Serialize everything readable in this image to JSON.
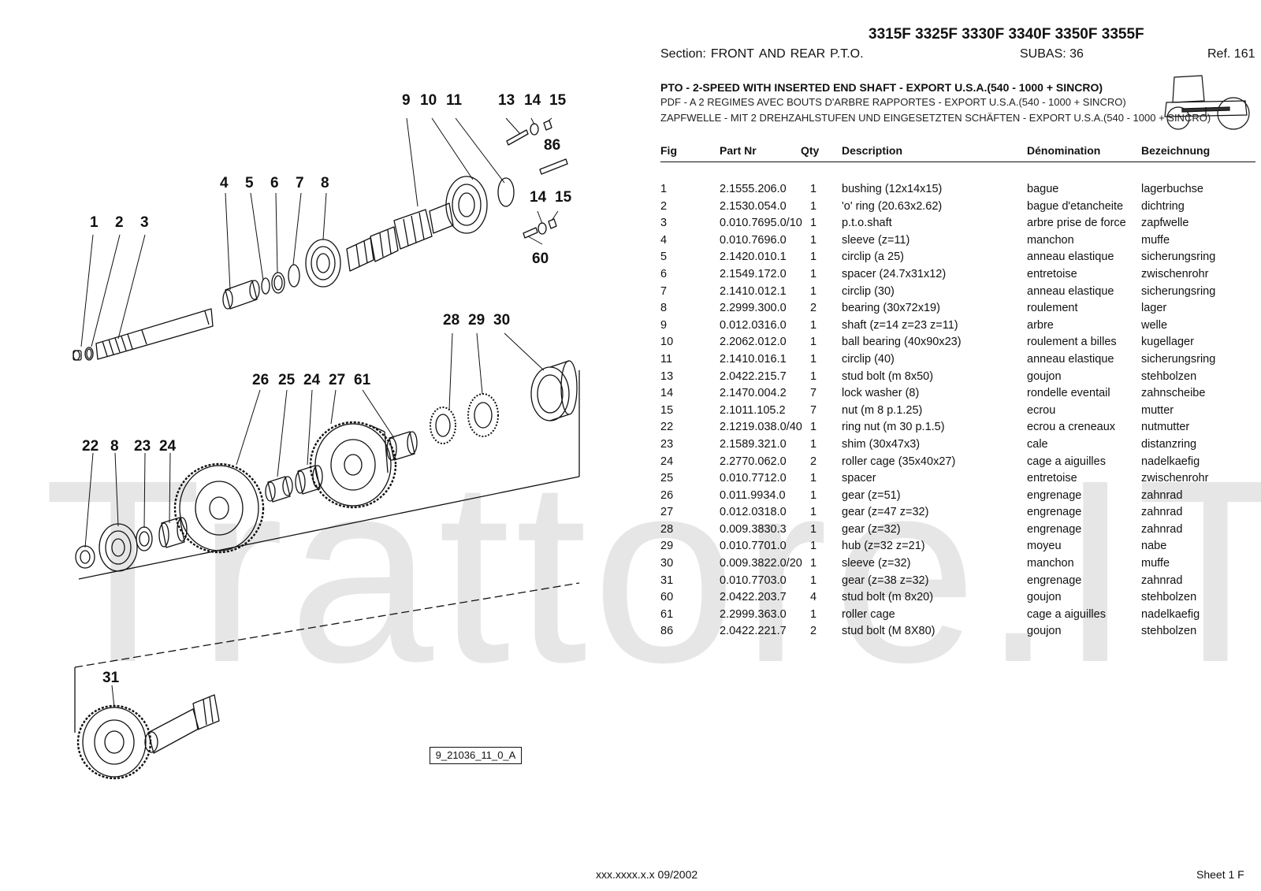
{
  "watermark": "Trattore.IT",
  "header": {
    "models": "3315F 3325F 3330F 3340F 3350F 3355F",
    "section_label": "Section:",
    "section_words": [
      "FRONT",
      "AND",
      "REAR",
      "P.T.O."
    ],
    "subas": "SUBAS: 36",
    "ref": "Ref. 161"
  },
  "titles": {
    "en": "PTO - 2-SPEED WITH INSERTED END SHAFT - EXPORT U.S.A.(540 - 1000 + SINCRO)",
    "fr": "PDF - A 2 REGIMES AVEC BOUTS D'ARBRE RAPPORTES - EXPORT U.S.A.(540 - 1000 + SINCRO)",
    "de": "ZAPFWELLE - MIT 2 DREHZAHLSTUFEN UND EINGESETZTEN SCHÄFTEN - EXPORT U.S.A.(540 - 1000 + SINCRO)"
  },
  "table": {
    "headers": {
      "fig": "Fig",
      "part": "Part Nr",
      "qty": "Qty",
      "desc": "Description",
      "fr": "Dénomination",
      "de": "Bezeichnung"
    },
    "rows": [
      {
        "fig": "1",
        "part": "2.1555.206.0",
        "qty": "1",
        "desc": "bushing (12x14x15)",
        "fr": "bague",
        "de": "lagerbuchse"
      },
      {
        "fig": "2",
        "part": "2.1530.054.0",
        "qty": "1",
        "desc": "'o' ring (20.63x2.62)",
        "fr": "bague d'etancheite",
        "de": "dichtring"
      },
      {
        "fig": "3",
        "part": "0.010.7695.0/10",
        "qty": "1",
        "desc": "p.t.o.shaft",
        "fr": "arbre prise de force",
        "de": "zapfwelle"
      },
      {
        "fig": "4",
        "part": "0.010.7696.0",
        "qty": "1",
        "desc": "sleeve (z=11)",
        "fr": "manchon",
        "de": "muffe"
      },
      {
        "fig": "5",
        "part": "2.1420.010.1",
        "qty": "1",
        "desc": "circlip (a 25)",
        "fr": "anneau elastique",
        "de": "sicherungsring"
      },
      {
        "fig": "6",
        "part": "2.1549.172.0",
        "qty": "1",
        "desc": "spacer (24.7x31x12)",
        "fr": "entretoise",
        "de": "zwischenrohr"
      },
      {
        "fig": "7",
        "part": "2.1410.012.1",
        "qty": "1",
        "desc": "circlip (30)",
        "fr": "anneau elastique",
        "de": "sicherungsring"
      },
      {
        "fig": "8",
        "part": "2.2999.300.0",
        "qty": "2",
        "desc": "bearing (30x72x19)",
        "fr": "roulement",
        "de": "lager"
      },
      {
        "fig": "9",
        "part": "0.012.0316.0",
        "qty": "1",
        "desc": "shaft (z=14 z=23 z=11)",
        "fr": "arbre",
        "de": "welle"
      },
      {
        "fig": "10",
        "part": "2.2062.012.0",
        "qty": "1",
        "desc": "ball bearing (40x90x23)",
        "fr": "roulement a billes",
        "de": "kugellager"
      },
      {
        "fig": "11",
        "part": "2.1410.016.1",
        "qty": "1",
        "desc": "circlip (40)",
        "fr": "anneau elastique",
        "de": "sicherungsring"
      },
      {
        "fig": "13",
        "part": "2.0422.215.7",
        "qty": "1",
        "desc": "stud bolt (m 8x50)",
        "fr": "goujon",
        "de": "stehbolzen"
      },
      {
        "fig": "14",
        "part": "2.1470.004.2",
        "qty": "7",
        "desc": "lock washer (8)",
        "fr": "rondelle eventail",
        "de": "zahnscheibe"
      },
      {
        "fig": "15",
        "part": "2.1011.105.2",
        "qty": "7",
        "desc": "nut (m 8 p.1.25)",
        "fr": "ecrou",
        "de": "mutter"
      },
      {
        "fig": "22",
        "part": "2.1219.038.0/40",
        "qty": "1",
        "desc": "ring nut (m 30 p.1.5)",
        "fr": "ecrou a creneaux",
        "de": "nutmutter"
      },
      {
        "fig": "23",
        "part": "2.1589.321.0",
        "qty": "1",
        "desc": "shim (30x47x3)",
        "fr": "cale",
        "de": "distanzring"
      },
      {
        "fig": "24",
        "part": "2.2770.062.0",
        "qty": "2",
        "desc": "roller cage (35x40x27)",
        "fr": "cage a aiguilles",
        "de": "nadelkaefig"
      },
      {
        "fig": "25",
        "part": "0.010.7712.0",
        "qty": "1",
        "desc": "spacer",
        "fr": "entretoise",
        "de": "zwischenrohr"
      },
      {
        "fig": "26",
        "part": "0.011.9934.0",
        "qty": "1",
        "desc": "gear (z=51)",
        "fr": "engrenage",
        "de": "zahnrad"
      },
      {
        "fig": "27",
        "part": "0.012.0318.0",
        "qty": "1",
        "desc": "gear (z=47 z=32)",
        "fr": "engrenage",
        "de": "zahnrad"
      },
      {
        "fig": "28",
        "part": "0.009.3830.3",
        "qty": "1",
        "desc": "gear (z=32)",
        "fr": "engrenage",
        "de": "zahnrad"
      },
      {
        "fig": "29",
        "part": "0.010.7701.0",
        "qty": "1",
        "desc": "hub (z=32 z=21)",
        "fr": "moyeu",
        "de": "nabe"
      },
      {
        "fig": "30",
        "part": "0.009.3822.0/20",
        "qty": "1",
        "desc": "sleeve (z=32)",
        "fr": "manchon",
        "de": "muffe"
      },
      {
        "fig": "31",
        "part": "0.010.7703.0",
        "qty": "1",
        "desc": "gear (z=38 z=32)",
        "fr": "engrenage",
        "de": "zahnrad"
      },
      {
        "fig": "60",
        "part": "2.0422.203.7",
        "qty": "4",
        "desc": "stud bolt (m 8x20)",
        "fr": "goujon",
        "de": "stehbolzen"
      },
      {
        "fig": "61",
        "part": "2.2999.363.0",
        "qty": "1",
        "desc": "roller cage",
        "fr": "cage a aiguilles",
        "de": "nadelkaefig"
      },
      {
        "fig": "86",
        "part": "2.0422.221.7",
        "qty": "2",
        "desc": "stud bolt (M 8X80)",
        "fr": "goujon",
        "de": "stehbolzen"
      }
    ]
  },
  "diagram": {
    "callouts": [
      "1",
      "2",
      "3",
      "4",
      "5",
      "6",
      "7",
      "8",
      "9",
      "10",
      "11",
      "13",
      "14",
      "15",
      "86",
      "14",
      "15",
      "60",
      "28",
      "29",
      "30",
      "26",
      "25",
      "24",
      "27",
      "61",
      "22",
      "8",
      "23",
      "24",
      "31"
    ],
    "drawing_code": "9_21036_11_0_A"
  },
  "footer": {
    "center": "xxx.xxxx.x.x  09/2002",
    "right": "Sheet 1 F"
  }
}
